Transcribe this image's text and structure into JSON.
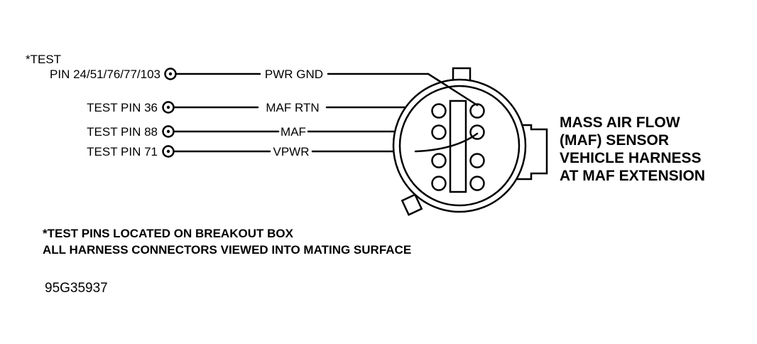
{
  "test_pins": {
    "note_marker": "*TEST",
    "pwr_gnd_pin": "PIN 24/51/76/77/103",
    "maf_rtn_pin": "TEST PIN 36",
    "maf_pin": "TEST PIN 88",
    "vpwr_pin": "TEST PIN 71"
  },
  "wires": {
    "pwr_gnd": "PWR GND",
    "maf_rtn": "MAF RTN",
    "maf": "MAF",
    "vpwr": "VPWR"
  },
  "sensor_title": [
    "MASS AIR FLOW",
    "(MAF) SENSOR",
    "VEHICLE HARNESS",
    "AT MAF EXTENSION"
  ],
  "notes": [
    "*TEST PINS LOCATED ON BREAKOUT BOX",
    "ALL HARNESS CONNECTORS VIEWED INTO MATING SURFACE"
  ],
  "figure_code": "95G35937"
}
